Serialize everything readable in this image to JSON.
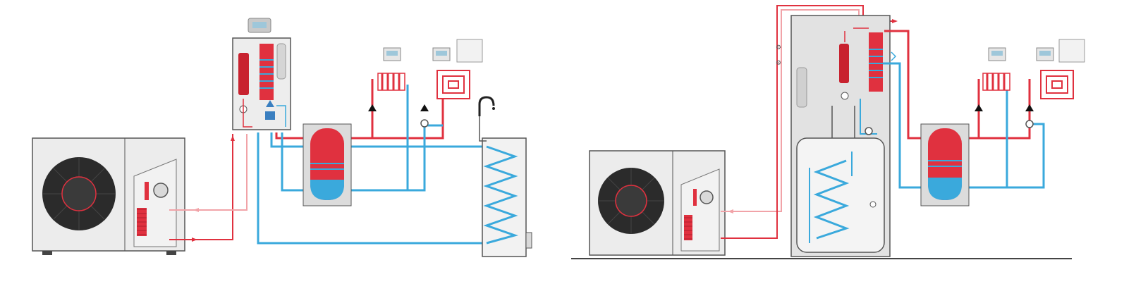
{
  "diagram": {
    "left_system": {
      "components": [
        "outdoor-unit",
        "indoor-hydraulic-module",
        "room-controller",
        "buffer-tank",
        "radiator-circuit",
        "underfloor-circuit",
        "dhw-cylinder",
        "hot-water-tap"
      ]
    },
    "right_system": {
      "components": [
        "outdoor-unit",
        "indoor-tower-unit",
        "integrated-dhw-cylinder",
        "buffer-tank",
        "radiator-circuit",
        "underfloor-circuit"
      ]
    },
    "colors": {
      "flow": "#e0313f",
      "return": "#3aa9dc",
      "light_flow": "#f1a3a8",
      "casing": "#e6e6e6",
      "outline": "#555555",
      "fan": "#2b2b2b",
      "ground": "#444444"
    }
  }
}
